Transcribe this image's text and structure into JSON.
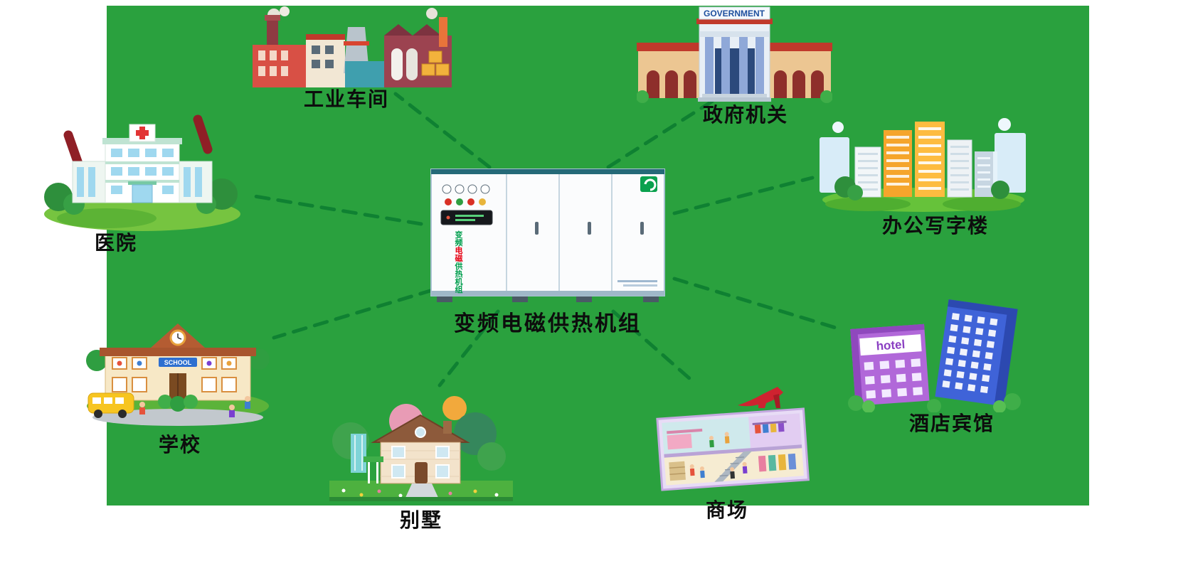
{
  "scene": {
    "background_color": "#2aa13e",
    "connector_color": "#0e7f31",
    "accent_red": "#8f1f26",
    "label_color": "#0d0d0d"
  },
  "center": {
    "label": "变频电磁供热机组",
    "unit_text_chars": [
      "变",
      "频",
      "电",
      "磁",
      "供",
      "热",
      "机",
      "组"
    ],
    "unit_text_colors": [
      "#009E4D",
      "#009E4D",
      "#E60012",
      "#E60012",
      "#009E4D",
      "#009E4D",
      "#009E4D",
      "#009E4D"
    ]
  },
  "nodes": [
    {
      "id": "factory",
      "label": "工业车间"
    },
    {
      "id": "government",
      "label": "政府机关",
      "sign": "GOVERNMENT"
    },
    {
      "id": "hospital",
      "label": "医院"
    },
    {
      "id": "offices",
      "label": "办公写字楼"
    },
    {
      "id": "school",
      "label": "学校",
      "sign": "SCHOOL"
    },
    {
      "id": "house",
      "label": "别墅"
    },
    {
      "id": "mall",
      "label": "商场"
    },
    {
      "id": "hotel",
      "label": "酒店宾馆",
      "sign": "hotel"
    }
  ]
}
